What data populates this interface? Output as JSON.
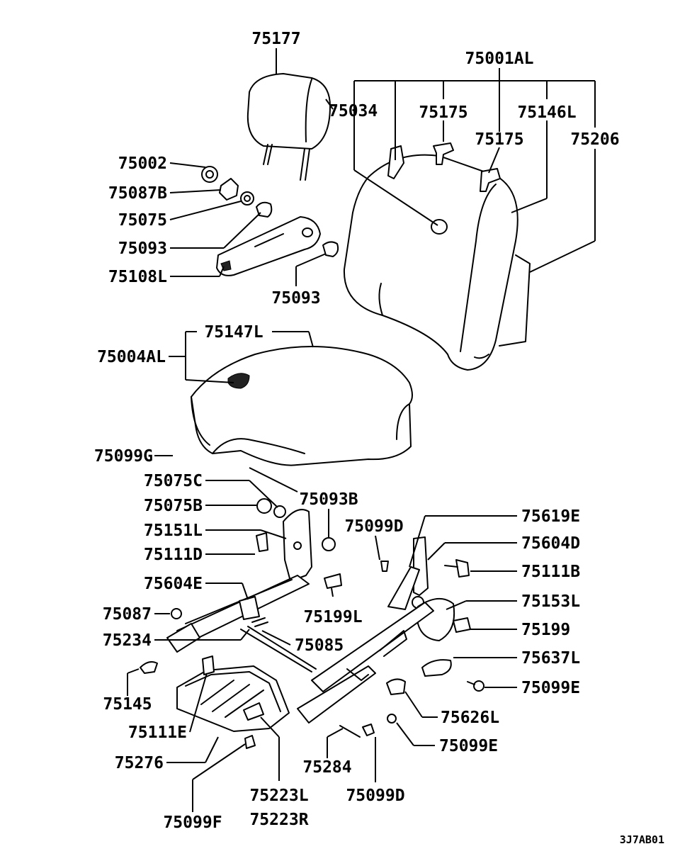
{
  "diagram_code": "3J7AB01",
  "labels": {
    "headrest": "75177",
    "seat_back_assy": "75001AL",
    "back_part_a": "75034",
    "back_part_b": "75175",
    "back_part_c": "75175",
    "back_part_d": "75146L",
    "back_part_e": "75206",
    "cap": "75002",
    "nut": "75087B",
    "washer": "75075",
    "bushing_upper": "75093",
    "armrest": "75108L",
    "bushing_lower": "75093",
    "cushion_cover": "75147L",
    "cushion_assy": "75004AL",
    "bolt_g": "75099G",
    "washer_c": "75075C",
    "bushing_b": "75093B",
    "washer_b": "75075B",
    "bracket": "75151L",
    "bolt_d_upper": "75099D",
    "lever_e": "75619E",
    "bolt_d": "75111D",
    "cover_d": "75604D",
    "bolt_b": "75111B",
    "cover_e": "75604E",
    "recliner": "75153L",
    "nut_small": "75087",
    "clip_l": "75199L",
    "clip": "75199",
    "rod": "75234",
    "spring": "75085",
    "knob": "75637L",
    "bolt_e_right": "75099E",
    "hook": "75145",
    "knob_small": "75626L",
    "bolt_e_left": "75111E",
    "bolt_e_lower": "75099E",
    "pan": "75276",
    "wire": "75284",
    "rail_l": "75223L",
    "bolt_d_lower": "75099D",
    "bolt_f": "75099F",
    "rail_r": "75223R"
  }
}
